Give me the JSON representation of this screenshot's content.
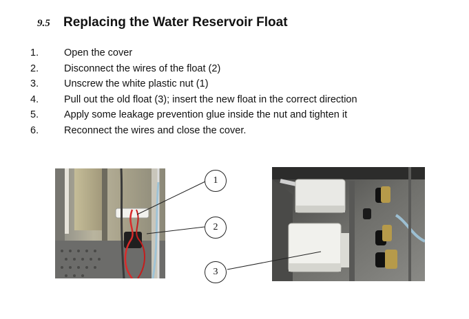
{
  "section": {
    "number": "9.5",
    "title": "Replacing the Water Reservoir Float"
  },
  "steps": [
    {
      "num": "1.",
      "text": "Open the cover"
    },
    {
      "num": "2.",
      "text": "Disconnect the wires of the float (2)"
    },
    {
      "num": "3.",
      "text": "Unscrew the white plastic nut (1)"
    },
    {
      "num": "4.",
      "text": "Pull out the old float (3); insert the new float in the correct direction"
    },
    {
      "num": "5.",
      "text": "Apply some leakage prevention glue inside the nut and tighten it"
    },
    {
      "num": "6.",
      "text": "Reconnect the wires and close the cover."
    }
  ],
  "callouts": [
    {
      "label": "1"
    },
    {
      "label": "2"
    },
    {
      "label": "3"
    }
  ]
}
